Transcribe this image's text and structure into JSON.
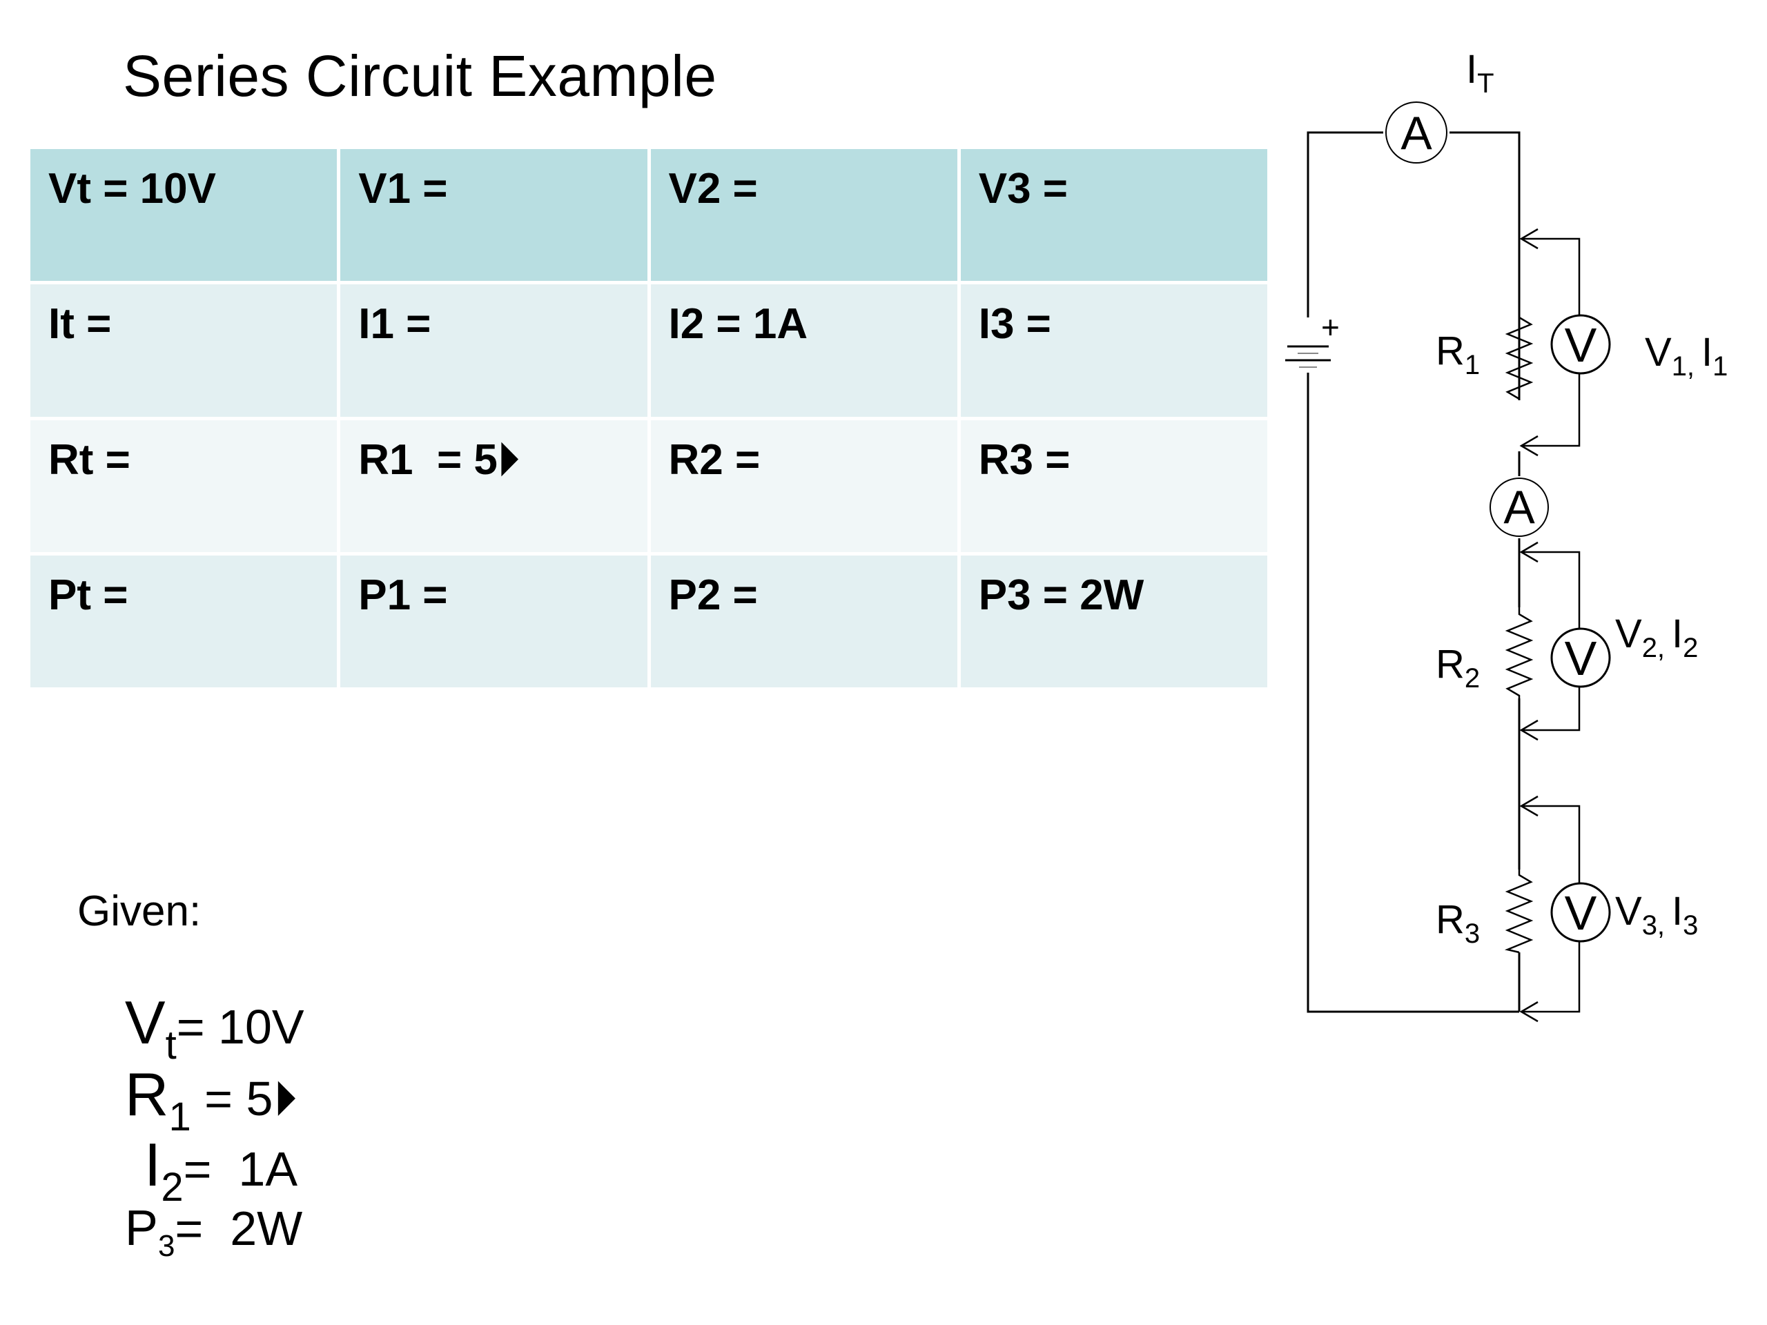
{
  "title": "Series Circuit Example",
  "table": {
    "rows": [
      [
        "Vt = 10V",
        "V1 =",
        "V2 =",
        "V3 ="
      ],
      [
        "It =",
        "I1 =",
        "I2 = 1A",
        "I3 ="
      ],
      [
        "Rt =",
        "R1  = 5⏵",
        "R2 =",
        "R3 ="
      ],
      [
        "Pt =",
        "P1 =",
        "P2 =",
        "P3 = 2W"
      ]
    ]
  },
  "given": {
    "heading": "Given:",
    "items": [
      {
        "symbol": "V",
        "sub": "t",
        "value": "= 10V"
      },
      {
        "symbol": "R",
        "sub": "1",
        "value": " = 5⏵"
      },
      {
        "symbol": "I",
        "sub": "2",
        "value": "=  1A"
      },
      {
        "symbol": "P",
        "sub": "3",
        "value": "=  2W"
      }
    ]
  },
  "circuit": {
    "total_current_label": {
      "main": "I",
      "sub": "T"
    },
    "ammeter_symbol": "A",
    "voltmeter_symbol": "V",
    "battery_plus": "+",
    "resistors": [
      {
        "main": "R",
        "sub": "1"
      },
      {
        "main": "R",
        "sub": "2"
      },
      {
        "main": "R",
        "sub": "3"
      }
    ],
    "meter_labels": [
      {
        "v": "V",
        "v_sub": "1,",
        "i": "I",
        "i_sub": "1"
      },
      {
        "v": "V",
        "v_sub": "2,",
        "i": "I",
        "i_sub": "2"
      },
      {
        "v": "V",
        "v_sub": "3,",
        "i": "I",
        "i_sub": "3"
      }
    ]
  }
}
